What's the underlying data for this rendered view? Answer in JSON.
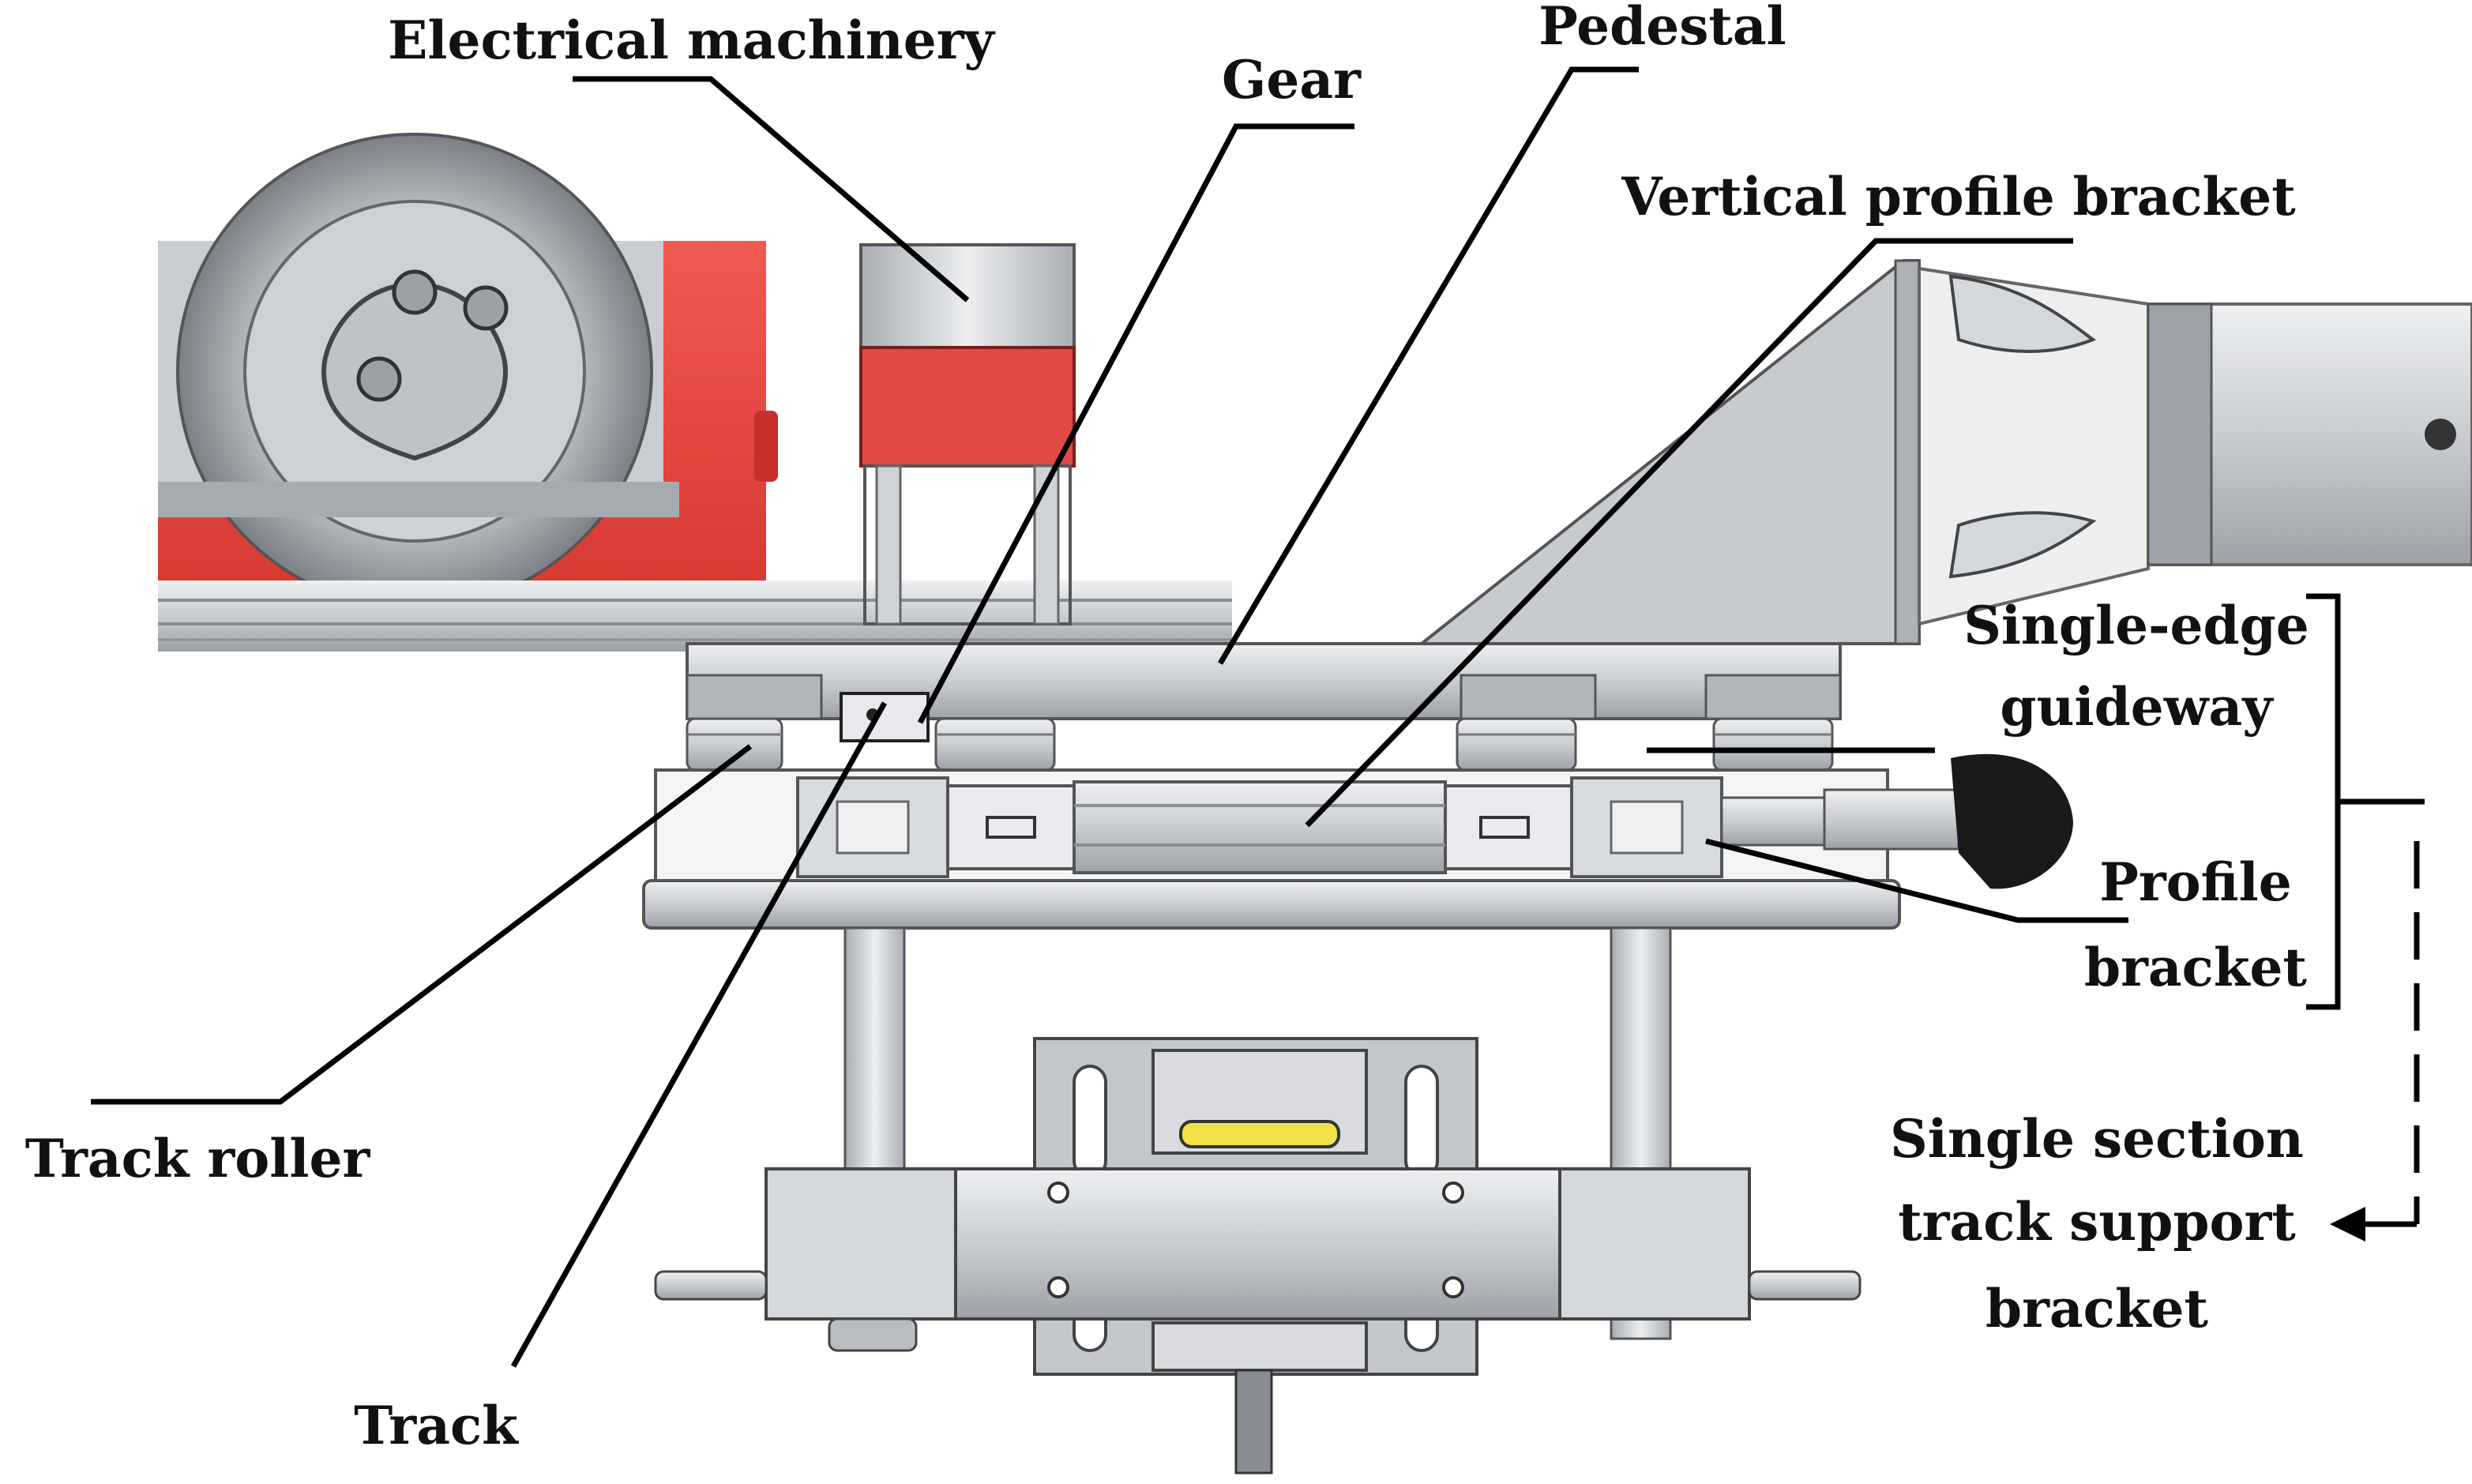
{
  "labels": {
    "electrical_machinery": "Electrical machinery",
    "gear": "Gear",
    "pedestal": "Pedestal",
    "vertical_profile_bracket": "Vertical profile bracket",
    "single_edge_line1": "Single-edge",
    "single_edge_line2": "guideway",
    "profile_line1": "Profile",
    "profile_line2": "bracket",
    "track_roller": "Track roller",
    "track": "Track",
    "single_section_line1": "Single section",
    "single_section_line2": "track support",
    "single_section_line3": "bracket"
  },
  "colors": {
    "frame_red": "#e8463f",
    "metal_light": "#d9dbde",
    "metal_mid": "#b9bdc2",
    "metal_dark": "#7d8187",
    "knob_black": "#1a1a1a",
    "yellow_strip": "#f2e24a",
    "leader_line": "#000000"
  }
}
